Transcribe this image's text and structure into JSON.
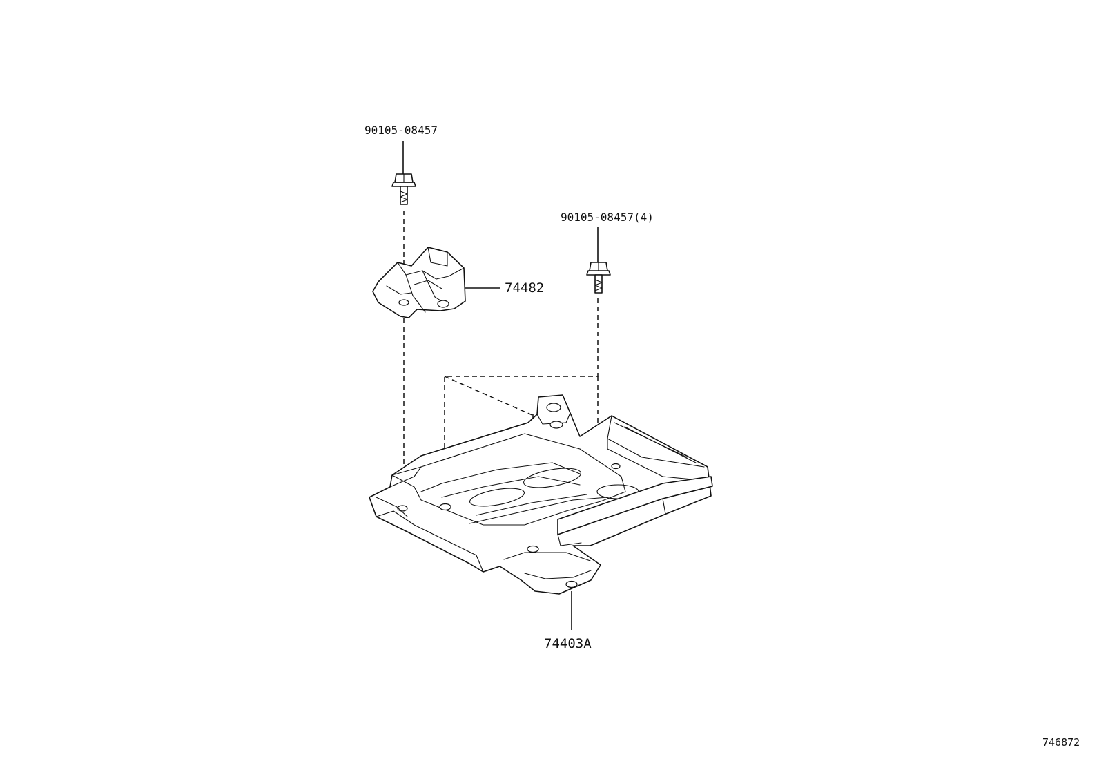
{
  "labels": {
    "bolt_top": "90105-08457",
    "bolt_right": "90105-08457(4)",
    "bracket": "74482",
    "tray": "74403A",
    "illustration_no": "746872"
  },
  "colors": {
    "ink": "#111111",
    "paper": "#ffffff"
  }
}
